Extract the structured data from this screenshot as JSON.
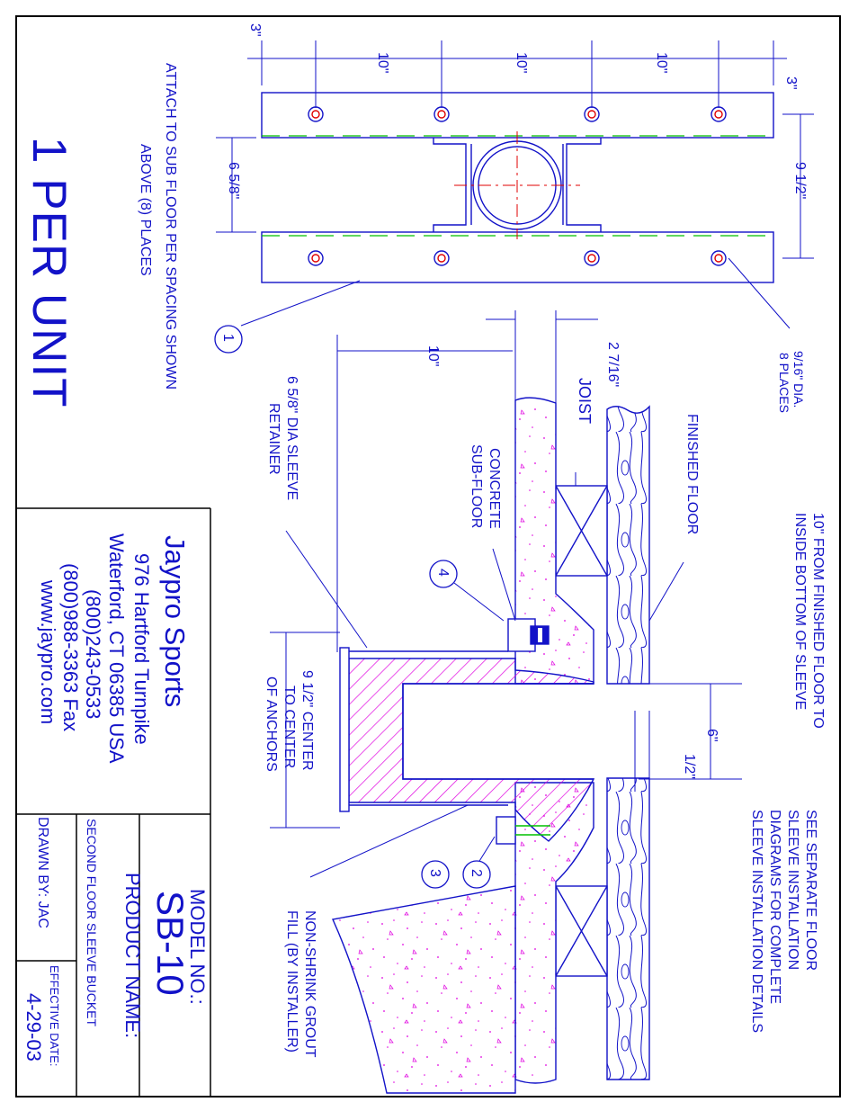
{
  "drawing": {
    "title_big": "1 PER UNIT",
    "attach_note_line1": "ATTACH TO SUB FLOOR PER SPACING SHOWN",
    "attach_note_line2": "ABOVE (8) PLACES",
    "dim_3_top": "3\"",
    "dim_10_a": "10\"",
    "dim_10_b": "10\"",
    "dim_10_c": "10\"",
    "dim_3_right": "3\"",
    "dim_6_5_8": "6 5/8\"",
    "dim_9_1_2": "9 1/2\"",
    "hole_note_line1": "9/16\" DIA.",
    "hole_note_line2": "8 PLACES",
    "dim_10_section": "10\"",
    "dim_2_7_16": "2 7/16\"",
    "label_joist": "JOIST",
    "label_finished_floor": "FINISHED FLOOR",
    "label_concrete_line1": "CONCRETE",
    "label_concrete_line2": "SUB-FLOOR",
    "label_retainer_line1": "6 5/8\" DIA SLEEVE",
    "label_retainer_line2": "RETAINER",
    "note_10_line1": "10\" FROM FINISHED FLOOR TO",
    "note_10_line2": "INSIDE BOTTOM OF SLEEVE",
    "note_see_line1": "SEE SEPARATE FLOOR",
    "note_see_line2": "SLEEVE INSTALLATION",
    "note_see_line3": "DIAGRAMS FOR COMPLETE",
    "note_see_line4": "SLEEVE INSTALLATION DETAILS",
    "dim_6": "6\"",
    "dim_1_2": "1/2\"",
    "anchor_note_line1": "9 1/2\" CENTER",
    "anchor_note_line2": "TO CENTER",
    "anchor_note_line3": "OF ANCHORS",
    "grout_line1": "NON-SHRINK GROUT",
    "grout_line2": "FILL (BY INSTALLER)",
    "balloons": [
      "1",
      "2",
      "3",
      "4"
    ]
  },
  "title_block": {
    "company": "Jaypro Sports",
    "address1": "976 Hartford Turnpike",
    "address2": "Waterford, CT 06385 USA",
    "phone": "(800)243-0533",
    "fax": "(800)988-3363 Fax",
    "web": "www.jaypro.com",
    "model_label": "MODEL NO.:",
    "model": "SB-10",
    "product_label": "PRODUCT NAME:",
    "product": "SECOND FLOOR SLEEVE BUCKET",
    "drawn_by": "DRAWN BY: JAC",
    "effective_label": "EFFECTIVE DATE:",
    "effective_date": "4-29-03"
  },
  "colors": {
    "line": "#1212c8",
    "concrete_dots": "#e000e0",
    "center_lines": "#e00000",
    "hidden_lines": "#00c000",
    "border": "#000000"
  }
}
